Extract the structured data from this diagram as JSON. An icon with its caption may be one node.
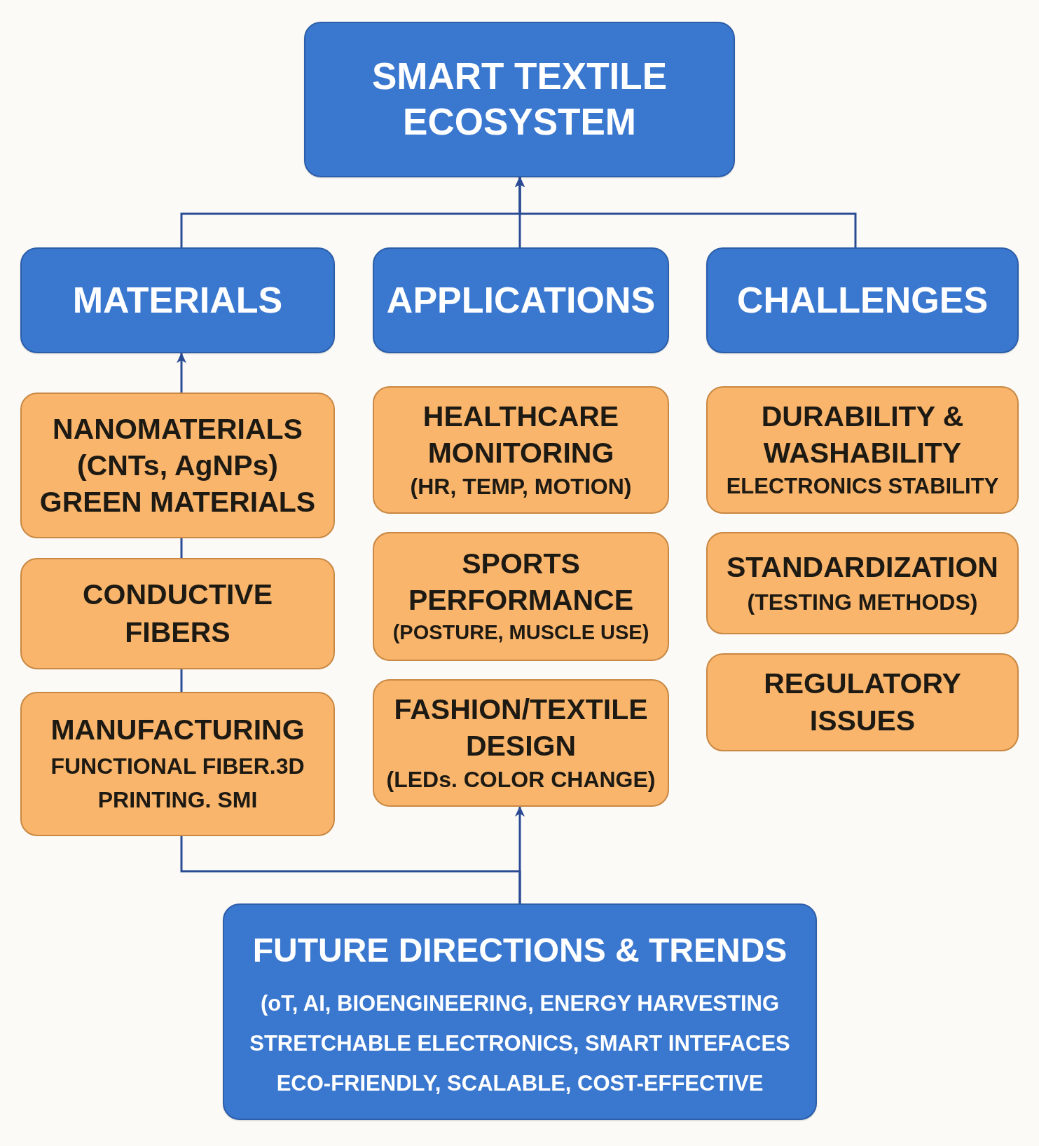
{
  "diagram": {
    "nodes": [
      {
        "text": [
          "SMART TEXTILE ECOSYSTEM"
        ]
      },
      {
        "text": [
          "MATERIALS"
        ]
      },
      {
        "text": [
          "APPLICATIONS"
        ]
      },
      {
        "text": [
          "CHALLENGES"
        ]
      },
      {
        "text": [
          "NANOMATERIALS (CNTs, AgNPs)",
          "GREEN MATERIALS"
        ]
      },
      {
        "text": [
          "CONDUCTIVE FIBERS"
        ]
      },
      {
        "text": [
          "MANUFACTURING",
          "FUNCTIONAL FIBER.3D PRINTING. SMI"
        ]
      },
      {
        "text": [
          "HEALTHCARE MONITORING",
          "(HR, TEMP, MOTION)"
        ]
      },
      {
        "text": [
          "SPORTS PERFORMANCE",
          "(POSTURE, MUSCLE USE)"
        ]
      },
      {
        "text": [
          "FASHION/TEXTILE DESIGN",
          "(LEDs. COLOR CHANGE)"
        ]
      },
      {
        "text": [
          "DURABILITY & WASHABILITY",
          "ELECTRONICS STABILITY"
        ]
      },
      {
        "text": [
          "STANDARDIZATION",
          "(TESTING METHODS)"
        ]
      },
      {
        "text": [
          "REGULATORY ISSUES"
        ]
      },
      {
        "text": [
          "FUTURE DIRECTIONS & TRENDS",
          "(oT, AI, BIOENGINEERING, ENERGY HARVESTING",
          "STRETCHABLE ELECTRONICS, SMART INTEFACES",
          "ECO-FRIENDLY, SCALABLE, COST-EFFECTIVE"
        ]
      }
    ],
    "edges": [
      {
        "from": 1,
        "to": 0,
        "arrow": "to"
      },
      {
        "from": 2,
        "to": 0,
        "arrow": "to"
      },
      {
        "from": 3,
        "to": 0,
        "arrow": "to"
      },
      {
        "from": 4,
        "to": 1,
        "arrow": "to"
      },
      {
        "from": 5,
        "to": 4,
        "arrow": "none"
      },
      {
        "from": 6,
        "to": 5,
        "arrow": "none"
      },
      {
        "from": 13,
        "to": 6,
        "arrow": "none"
      },
      {
        "from": 13,
        "to": 9,
        "arrow": "to"
      }
    ]
  }
}
